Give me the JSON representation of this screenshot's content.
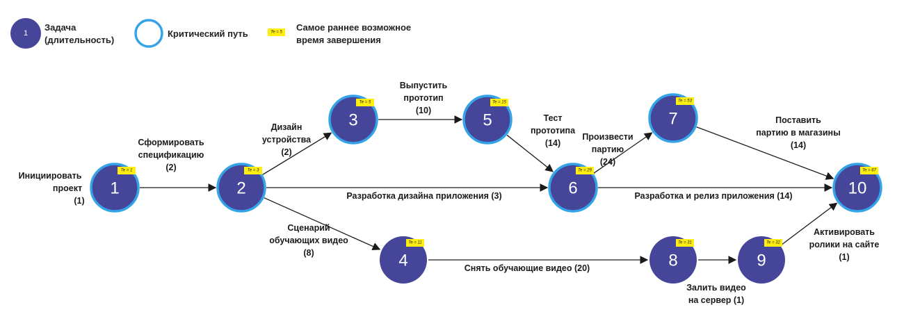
{
  "legend": {
    "task_number": "1",
    "task_label": [
      "Задача",
      "(длительность)"
    ],
    "critical_label": "Критический путь",
    "te_sample": "Te = 5",
    "te_label": [
      "Самое раннее возможное",
      "время завершения"
    ]
  },
  "nodes": [
    {
      "id": "1",
      "te": "Te = 1",
      "critical": true
    },
    {
      "id": "2",
      "te": "Te = 3",
      "critical": true
    },
    {
      "id": "3",
      "te": "Te = 5",
      "critical": true
    },
    {
      "id": "4",
      "te": "Te = 11",
      "critical": false
    },
    {
      "id": "5",
      "te": "Te = 15",
      "critical": true
    },
    {
      "id": "6",
      "te": "Te = 29",
      "critical": true
    },
    {
      "id": "7",
      "te": "Te = 53",
      "critical": true
    },
    {
      "id": "8",
      "te": "Te = 31",
      "critical": false
    },
    {
      "id": "9",
      "te": "Te = 32",
      "critical": false
    },
    {
      "id": "10",
      "te": "Te = 67",
      "critical": true
    }
  ],
  "edges": [
    {
      "from": "1",
      "to": "2",
      "label": [
        "Сформировать",
        "спецификацию",
        "(2)"
      ]
    },
    {
      "from": "2",
      "to": "3",
      "label": [
        "Дизайн",
        "устройства",
        "(2)"
      ]
    },
    {
      "from": "2",
      "to": "6",
      "label": [
        "Разработка дизайна приложения  (3)"
      ]
    },
    {
      "from": "2",
      "to": "4",
      "label": [
        "Сценарий",
        "обучающих видео",
        "(8)"
      ]
    },
    {
      "from": "3",
      "to": "5",
      "label": [
        "Выпустить",
        "прототип",
        "(10)"
      ]
    },
    {
      "from": "5",
      "to": "6",
      "label": [
        "Тест",
        "прототипа",
        "(14)"
      ]
    },
    {
      "from": "6",
      "to": "7",
      "label": [
        "Произвести",
        "партию",
        "(24)"
      ]
    },
    {
      "from": "6",
      "to": "10",
      "label": [
        "Разработка и релиз  приложения (14)"
      ]
    },
    {
      "from": "7",
      "to": "10",
      "label": [
        "Поставить",
        "партию в магазины",
        "(14)"
      ]
    },
    {
      "from": "4",
      "to": "8",
      "label": [
        "Снять обучающие видео (20)"
      ]
    },
    {
      "from": "8",
      "to": "9",
      "label": [
        "Залить видео",
        "на сервер (1)"
      ]
    },
    {
      "from": "9",
      "to": "10",
      "label": [
        "Активировать",
        "ролики на сайте",
        "(1)"
      ]
    }
  ],
  "start_label": [
    "Инициировать",
    "проект",
    "(1)"
  ]
}
